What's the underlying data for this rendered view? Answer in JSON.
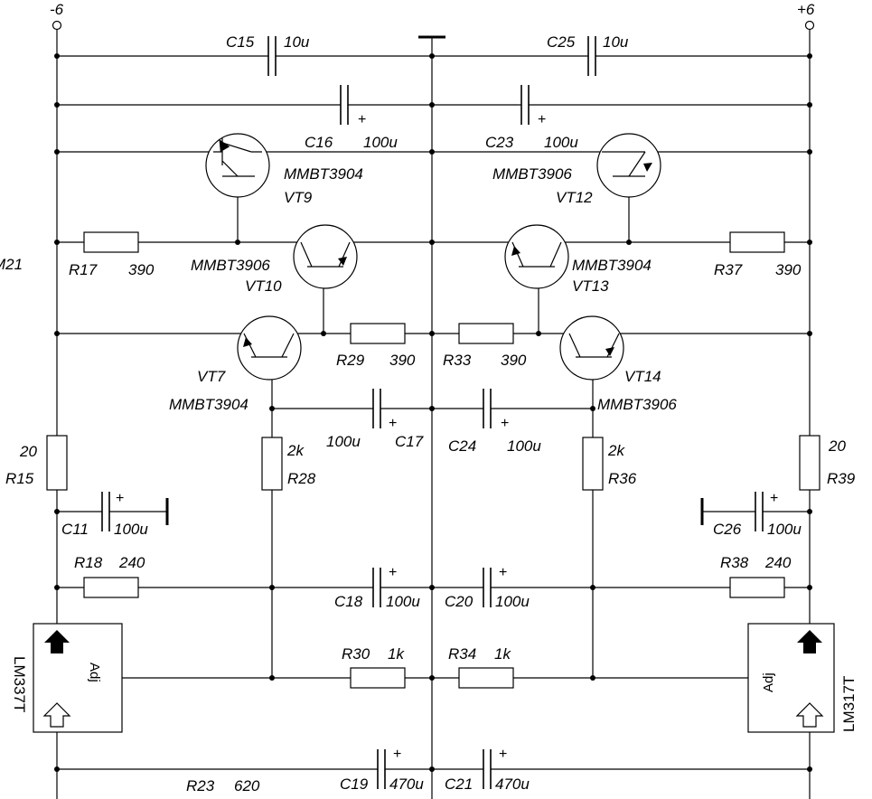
{
  "rails": {
    "left": "-6",
    "right": "+6"
  },
  "capacitors": {
    "C15": {
      "name": "C15",
      "value": "10u"
    },
    "C25": {
      "name": "C25",
      "value": "10u"
    },
    "C16": {
      "name": "C16",
      "value": "100u"
    },
    "C23": {
      "name": "C23",
      "value": "100u"
    },
    "C17": {
      "name": "C17",
      "value": "100u"
    },
    "C24": {
      "name": "C24",
      "value": "100u"
    },
    "C11": {
      "name": "C11",
      "value": "100u"
    },
    "C26": {
      "name": "C26",
      "value": "100u"
    },
    "C18": {
      "name": "C18",
      "value": "100u"
    },
    "C20": {
      "name": "C20",
      "value": "100u"
    },
    "C19": {
      "name": "C19",
      "value": "470u"
    },
    "C21": {
      "name": "C21",
      "value": "470u"
    }
  },
  "resistors": {
    "R17": {
      "name": "R17",
      "value": "390"
    },
    "R37": {
      "name": "R37",
      "value": "390"
    },
    "R29": {
      "name": "R29",
      "value": "390"
    },
    "R33": {
      "name": "R33",
      "value": "390"
    },
    "R15": {
      "name": "R15",
      "value": "20"
    },
    "R39": {
      "name": "R39",
      "value": "20"
    },
    "R28": {
      "name": "R28",
      "value": "2k"
    },
    "R36": {
      "name": "R36",
      "value": "2k"
    },
    "R18": {
      "name": "R18",
      "value": "240"
    },
    "R38": {
      "name": "R38",
      "value": "240"
    },
    "R30": {
      "name": "R30",
      "value": "1k"
    },
    "R34": {
      "name": "R34",
      "value": "1k"
    },
    "R23": {
      "name": "R23",
      "value": "620"
    }
  },
  "transistors": {
    "VT9": {
      "name": "VT9",
      "part": "MMBT3904"
    },
    "VT12": {
      "name": "VT12",
      "part": "MMBT3906"
    },
    "VT10": {
      "name": "VT10",
      "part": "MMBT3906"
    },
    "VT13": {
      "name": "VT13",
      "part": "MMBT3904"
    },
    "VT7": {
      "name": "VT7",
      "part": "MMBT3904"
    },
    "VT14": {
      "name": "VT14",
      "part": "MMBT3906"
    }
  },
  "regulators": {
    "left": {
      "part": "LM337T",
      "adj": "Adj"
    },
    "right": {
      "part": "LM317T",
      "adj": "Adj"
    }
  },
  "plus_sign": "+",
  "edge_label": "M21"
}
